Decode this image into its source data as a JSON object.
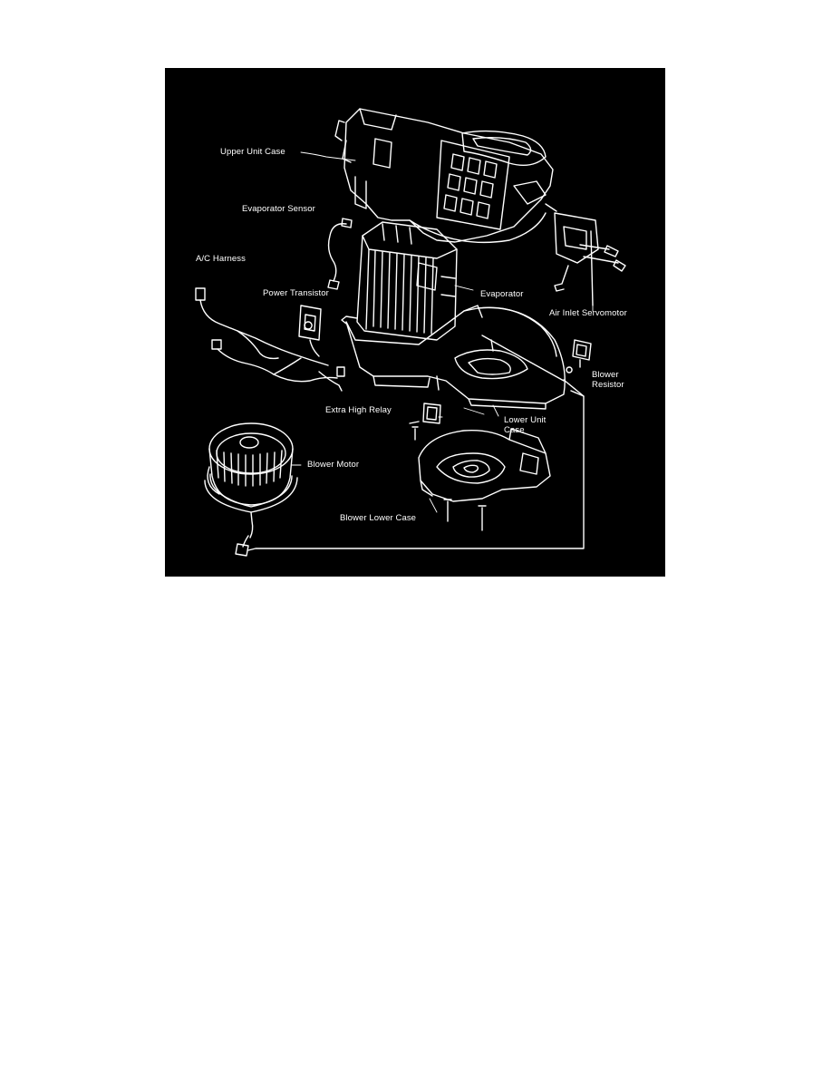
{
  "figure": {
    "background": "#000000",
    "line_color": "#ffffff",
    "labels": {
      "upper_unit_case": "Upper Unit Case",
      "evaporator_sensor": "Evaporator Sensor",
      "ac_harness": "A/C Harness",
      "power_transistor": "Power Transistor",
      "evaporator": "Evaporator",
      "air_inlet_servomotor": "Air Inlet Servomotor",
      "blower_resistor_line1": "Blower",
      "blower_resistor_line2": "Resistor",
      "extra_high_relay": "Extra High Relay",
      "lower_unit_case_line1": "Lower Unit",
      "lower_unit_case_line2": "Case",
      "blower_motor": "Blower Motor",
      "blower_lower_case": "Blower Lower Case"
    }
  }
}
